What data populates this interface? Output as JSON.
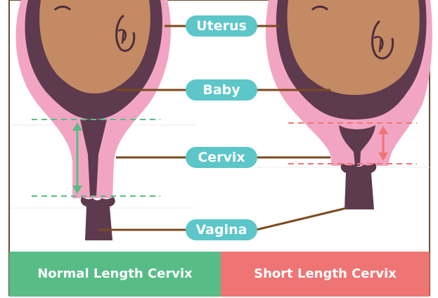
{
  "labels": {
    "uterus": "Uterus",
    "baby": "Baby",
    "cervix": "Cervix",
    "vagina": "Vagina"
  },
  "footer": {
    "left": "Normal Length Cervix",
    "right": "Short Length Cervix"
  },
  "colors": {
    "border": "#6b4a2c",
    "uterus_pink": "#f2a5c2",
    "uterus_dark": "#5e3a4e",
    "baby": "#c48a64",
    "pill": "#5cc6c8",
    "normal_green": "#58bc86",
    "short_red": "#ef7474",
    "connector": "#7a4a1f"
  }
}
